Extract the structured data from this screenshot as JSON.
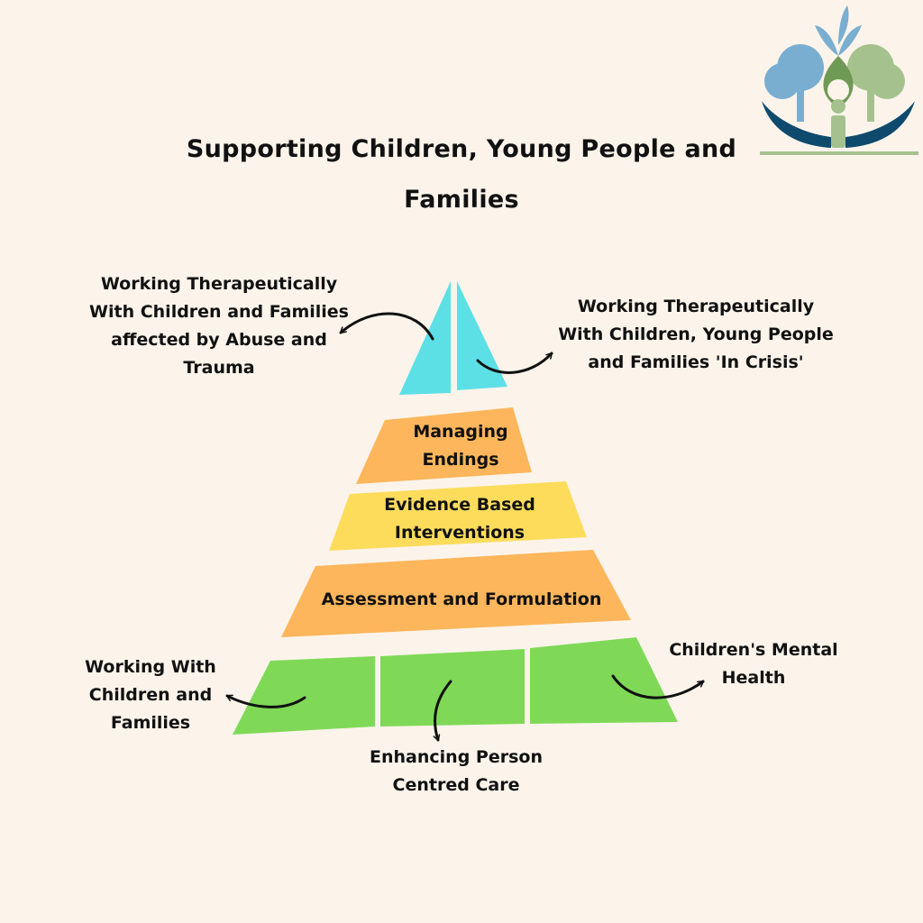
{
  "title": "Supporting Children, Young People and Families",
  "apex": {
    "left_label": "Working Therapeutically With Children and Families affected by Abuse and Trauma",
    "right_label": "Working Therapeutically With Children, Young People and Families 'In Crisis'"
  },
  "tiers": {
    "managing_endings": "Managing Endings",
    "evidence_based": "Evidence Based Interventions",
    "assessment": "Assessment and Formulation"
  },
  "base": {
    "left_label": "Working With Children and Families",
    "center_label": "Enhancing Person Centred Care",
    "right_label": "Children's Mental Health"
  },
  "colors": {
    "background": "#fcf4eb",
    "apex": "#5ddfe6",
    "orange": "#fdb65b",
    "yellow": "#fddc5b",
    "green": "#7fd957",
    "logo_dark_blue": "#0e4a6e",
    "logo_light_blue": "#7aaed0",
    "logo_green": "#6f9a55",
    "logo_light_green": "#a5c28e"
  },
  "icons": {
    "logo": "tree-hands-logo-icon",
    "arrow": "curved-arrow-icon"
  }
}
